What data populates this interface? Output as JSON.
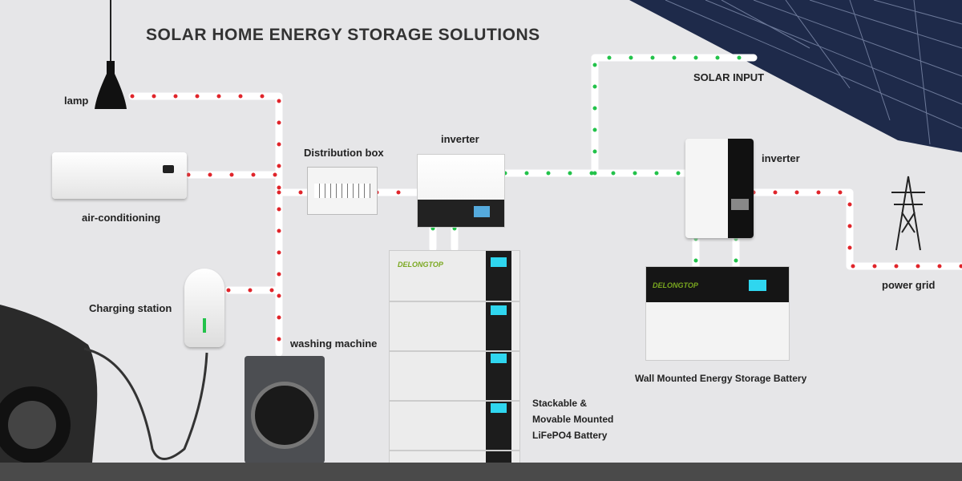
{
  "title": "SOLAR HOME ENERGY STORAGE SOLUTIONS",
  "labels": {
    "lamp": "lamp",
    "air_conditioning": "air-conditioning",
    "charging_station": "Charging station",
    "washing_machine": "washing machine",
    "distribution_box": "Distribution box",
    "inverter_left": "inverter",
    "inverter_right": "inverter",
    "solar_input": "SOLAR INPUT",
    "power_grid": "power grid",
    "wall_battery": "Wall Mounted Energy Storage Battery",
    "stack_battery_line1": "Stackable &",
    "stack_battery_line2": "Movable Mounted",
    "stack_battery_line3": "LiFePO4 Battery"
  },
  "brand": "DELONGTOP",
  "colors": {
    "ac_dot": "#e0242a",
    "dc_dot": "#22c24a",
    "panel": "#1e2a4a"
  }
}
